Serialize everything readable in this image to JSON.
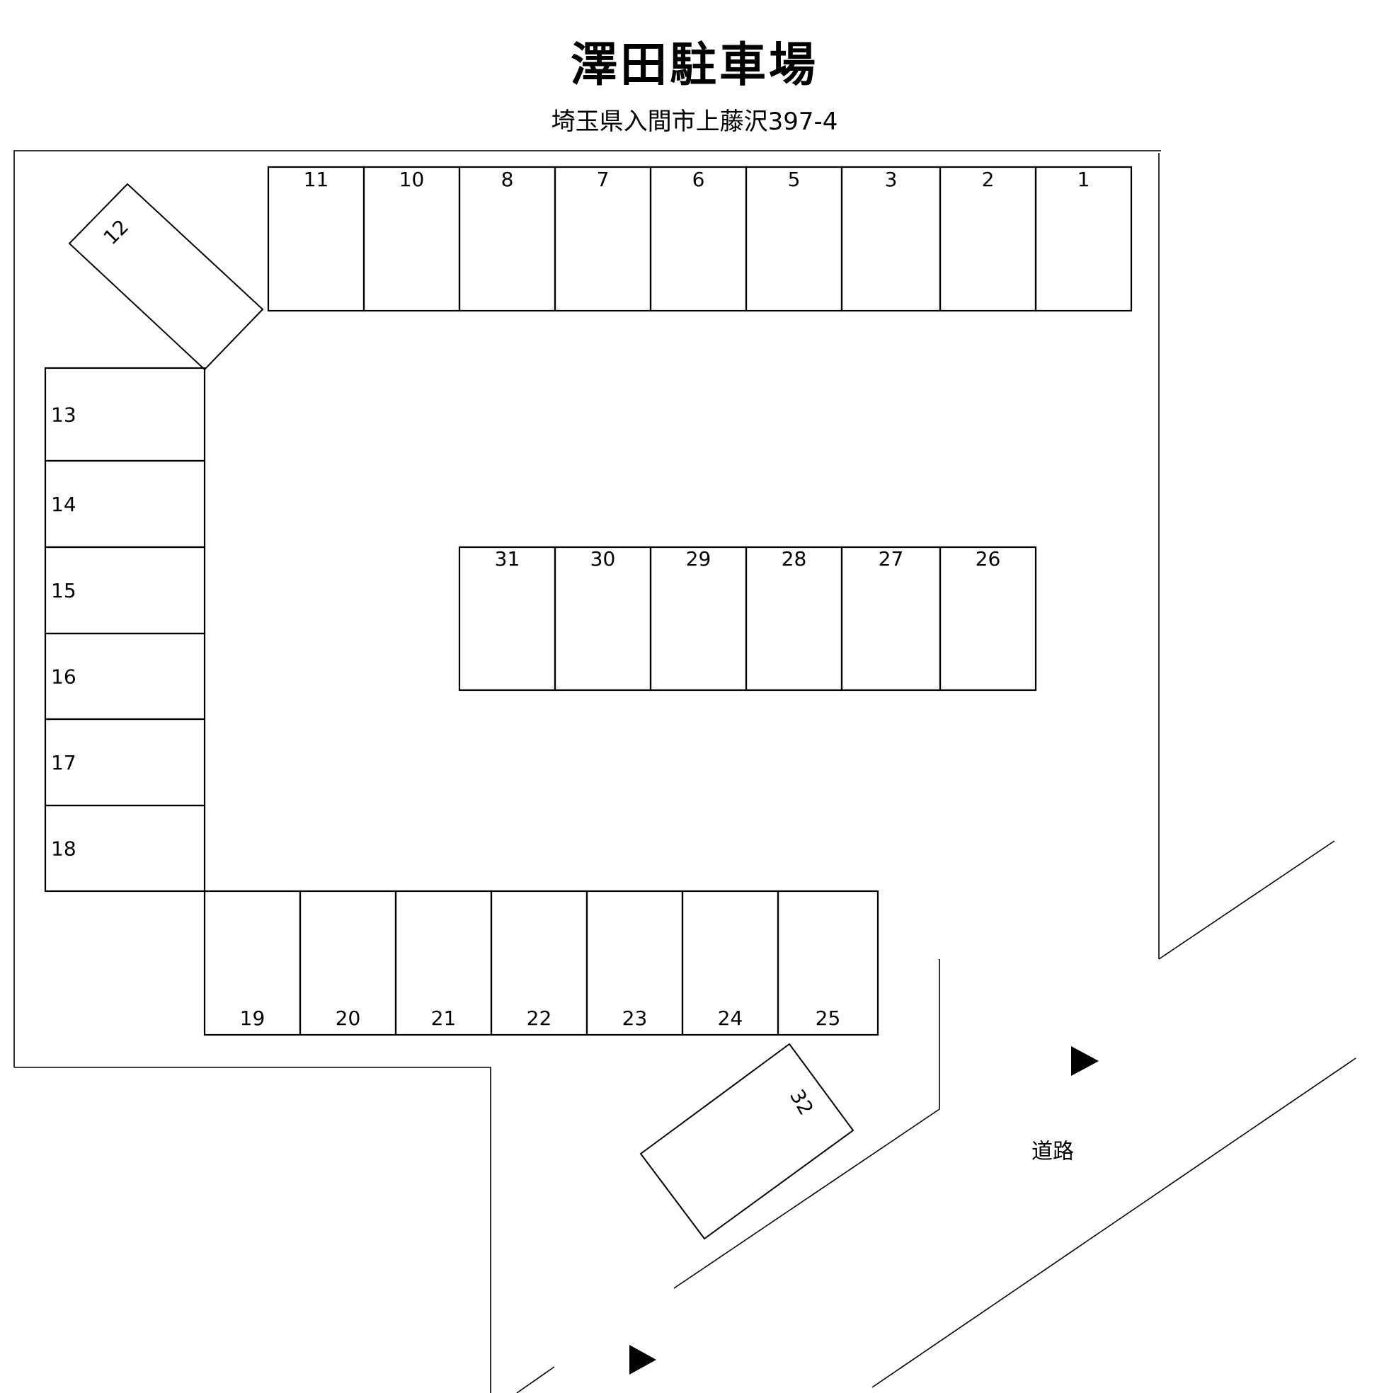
{
  "title": "澤田駐車場",
  "address": "埼玉県入間市上藤沢397-4",
  "road_label": "道路",
  "direction_arrow_glyph": "▶",
  "stroke_color": "#000000",
  "background_color": "#ffffff",
  "spaces": {
    "top_row": [
      "11",
      "10",
      "8",
      "7",
      "6",
      "5",
      "3",
      "2",
      "1"
    ],
    "middle_row": [
      "31",
      "30",
      "29",
      "28",
      "27",
      "26"
    ],
    "left_column": [
      "13",
      "14",
      "15",
      "16",
      "17",
      "18"
    ],
    "bottom_row": [
      "19",
      "20",
      "21",
      "22",
      "23",
      "24",
      "25"
    ],
    "diagonal_top_left": "12",
    "diagonal_entrance": "32"
  }
}
